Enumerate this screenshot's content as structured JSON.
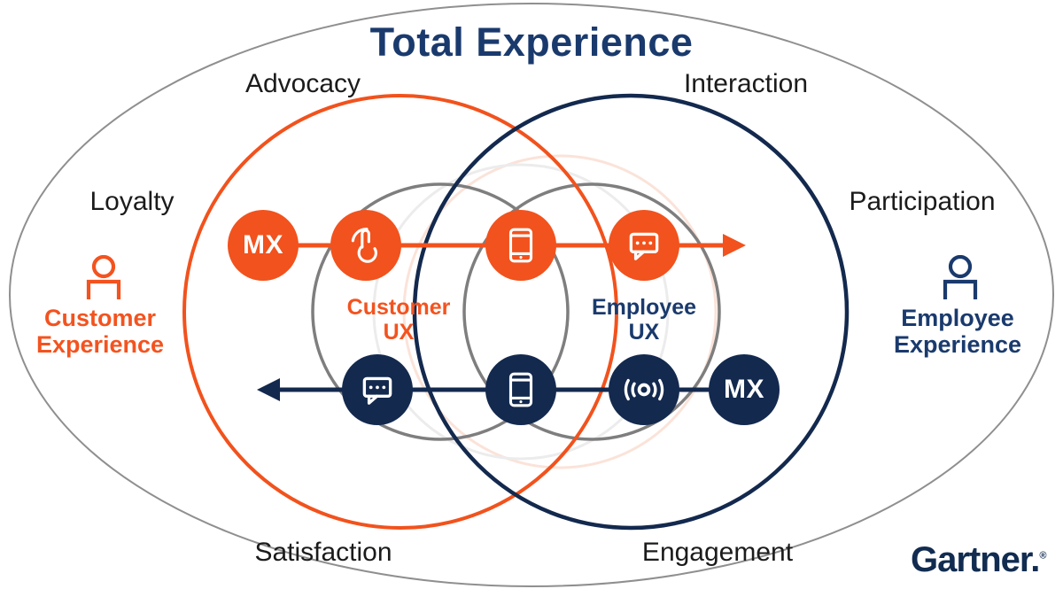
{
  "title": "Total Experience",
  "orbit_labels": {
    "advocacy": "Advocacy",
    "interaction": "Interaction",
    "loyalty": "Loyalty",
    "participation": "Participation",
    "satisfaction": "Satisfaction",
    "engagement": "Engagement"
  },
  "customer_experience": {
    "line1": "Customer",
    "line2": "Experience"
  },
  "employee_experience": {
    "line1": "Employee",
    "line2": "Experience"
  },
  "customer_ux": {
    "line1": "Customer",
    "line2": "UX"
  },
  "employee_ux": {
    "line1": "Employee",
    "line2": "UX"
  },
  "customer_journey": {
    "badge": "MX",
    "direction": "left-to-right",
    "icons": [
      "touch-icon",
      "smartphone-icon",
      "chat-icon"
    ]
  },
  "employee_journey": {
    "badge": "MX",
    "direction": "right-to-left",
    "icons": [
      "chat-icon",
      "smartphone-icon",
      "broadcast-icon"
    ]
  },
  "logo": {
    "text": "Gartner.",
    "registered": "®"
  },
  "colors": {
    "orange": "#F2521D",
    "navy": "#13294E",
    "navy_text": "#1A3A6D",
    "ux_circle_gray": "#7E7E7E",
    "outer_ellipse_gray": "#8F8F8F",
    "label_black": "#1B1B1B"
  }
}
